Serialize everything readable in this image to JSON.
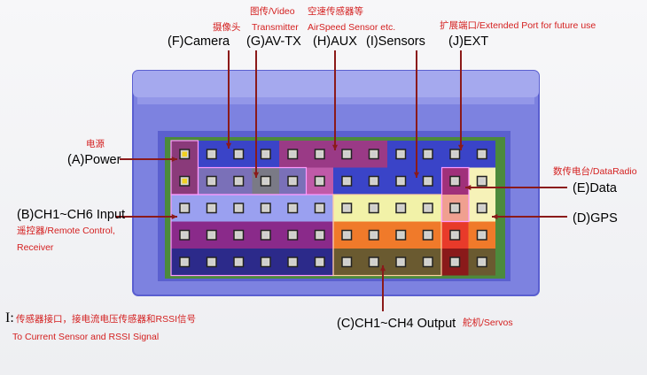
{
  "labels": {
    "camera": {
      "main": "(F)Camera",
      "cn": "摄像头"
    },
    "avtx": {
      "main": "(G)AV-TX",
      "cn": "图传/Video",
      "en": "Transmitter"
    },
    "aux": {
      "main": "(H)AUX",
      "cn": "空速传感器等",
      "en": "AirSpeed Sensor etc."
    },
    "sensors": {
      "main": "(I)Sensors"
    },
    "ext": {
      "main": "(J)EXT",
      "cn": "扩展端口/Extended Port for future use"
    },
    "power": {
      "main": "(A)Power",
      "cn": "电源"
    },
    "data": {
      "main": "(E)Data",
      "cn": "数传电台/DataRadio"
    },
    "input": {
      "main": "(B)CH1~CH6 Input",
      "cn": "遥控器/Remote Control,",
      "en": "Receiver"
    },
    "gps": {
      "main": "(D)GPS"
    },
    "output": {
      "main": "(C)CH1~CH4 Output",
      "cn": "舵机/Servos"
    },
    "i_note": {
      "prefix": "I:",
      "cn": "传感器接口，接电流电压传感器和RSSI信号",
      "en": "To Current Sensor and RSSI Signal"
    }
  },
  "colors": {
    "case": "#8a8fe6",
    "case_dark": "#5a5fd0",
    "arrow": "#8b1a1a",
    "red_text": "#d42020"
  }
}
